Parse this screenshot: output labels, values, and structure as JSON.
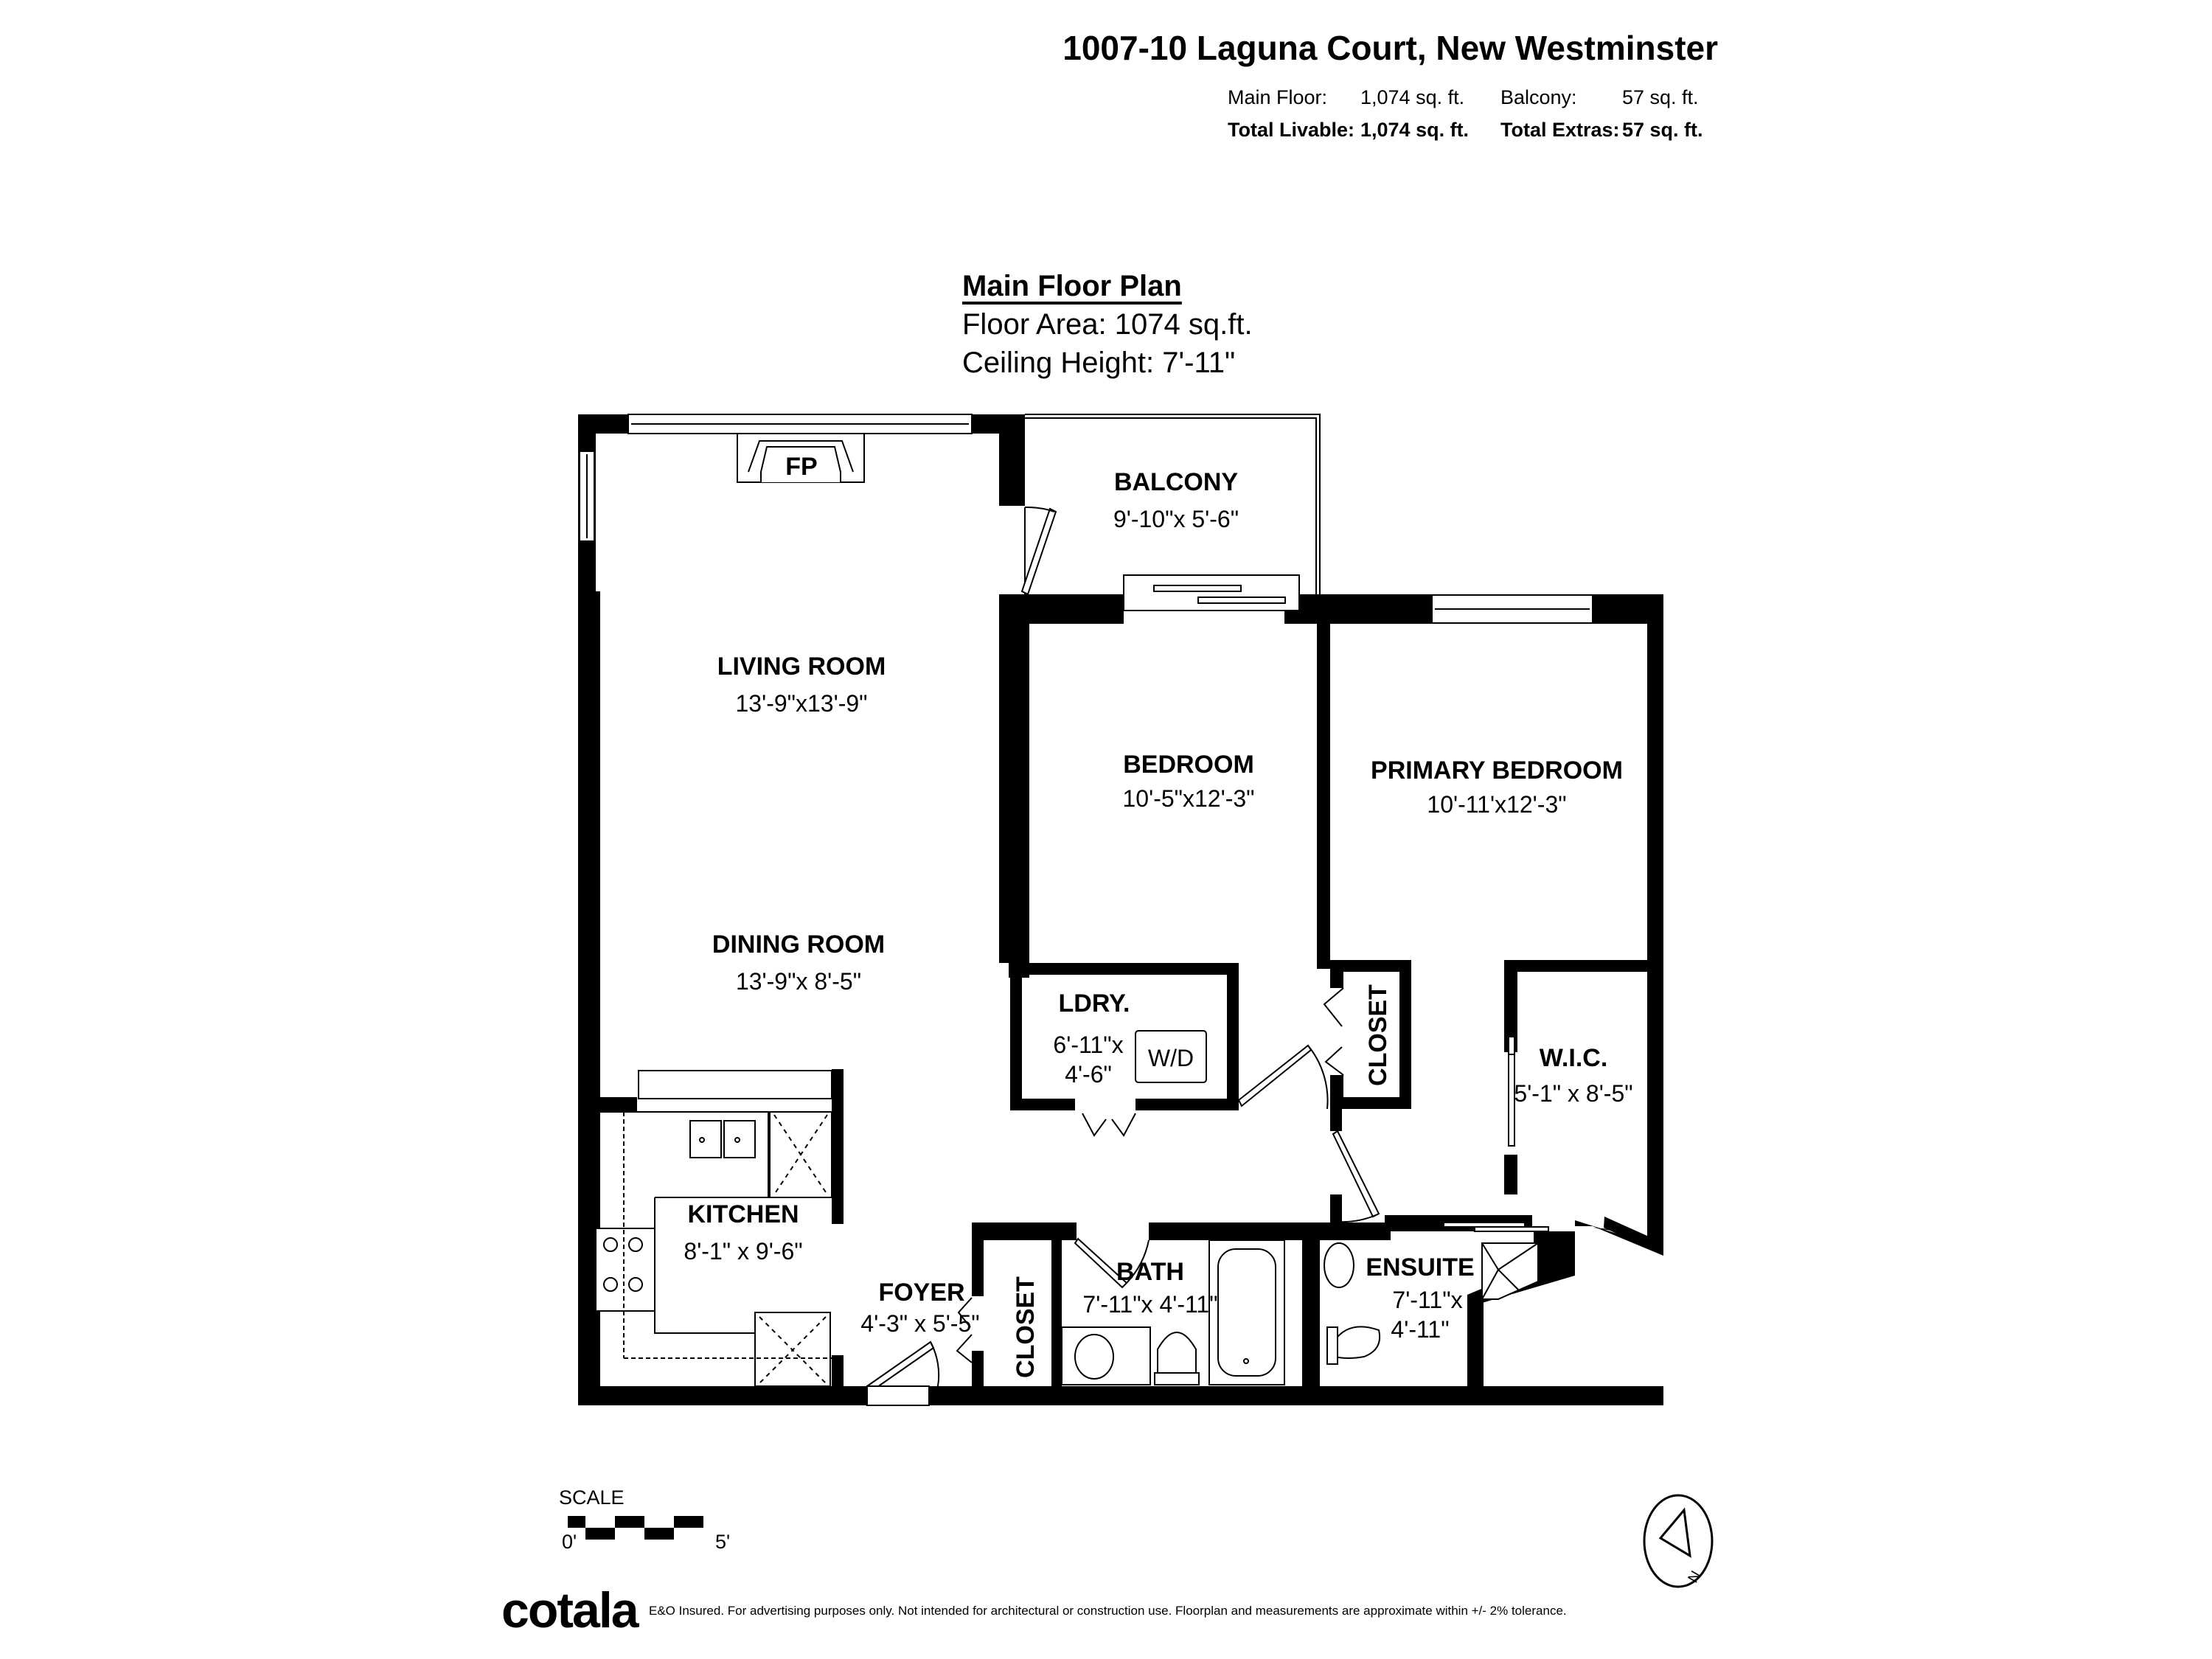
{
  "header": {
    "address": "1007-10 Laguna Court, New Westminster",
    "areas": [
      {
        "label": "Main Floor:",
        "value": "1,074 sq. ft.",
        "label2": "Balcony:",
        "value2": "57 sq. ft.",
        "bold": false
      },
      {
        "label": "Total Livable:",
        "value": "1,074 sq. ft.",
        "label2": "Total Extras:",
        "value2": "57 sq. ft.",
        "bold": true
      }
    ]
  },
  "plan": {
    "title": "Main Floor Plan",
    "floor_area": "Floor Area: 1074 sq.ft.",
    "ceiling_height": "Ceiling Height: 7'-11\"",
    "fixtures": {
      "fireplace": "FP",
      "washer_dryer": "W/D"
    },
    "rooms": [
      {
        "name": "LIVING ROOM",
        "dims": "13'-9\"x13'-9\""
      },
      {
        "name": "DINING ROOM",
        "dims": "13'-9\"x 8'-5\""
      },
      {
        "name": "BALCONY",
        "dims": "9'-10\"x 5'-6\""
      },
      {
        "name": "BEDROOM",
        "dims": "10'-5\"x12'-3\""
      },
      {
        "name": "PRIMARY BEDROOM",
        "dims": "10'-11'x12'-3\""
      },
      {
        "name": "LDRY.",
        "dims": "6'-11\"x",
        "dims2": "4'-6\""
      },
      {
        "name": "CLOSET",
        "dims": ""
      },
      {
        "name": "W.I.C.",
        "dims": "5'-1\" x 8'-5\""
      },
      {
        "name": "KITCHEN",
        "dims": "8'-1\" x 9'-6\""
      },
      {
        "name": "FOYER",
        "dims": "4'-3\" x 5'-5\""
      },
      {
        "name": "CLOSET",
        "dims": ""
      },
      {
        "name": "BATH",
        "dims": "7'-11\"x 4'-11\""
      },
      {
        "name": "ENSUITE",
        "dims": "7'-11\"x",
        "dims2": "4'-11\""
      }
    ]
  },
  "scale": {
    "label": "SCALE",
    "min": "0'",
    "max": "5'"
  },
  "compass": {
    "label": "N"
  },
  "footer": {
    "logo": "cotala",
    "disclaimer": "E&O Insured. For advertising purposes only. Not intended for architectural or construction use. Floorplan and measurements are approximate within +/- 2% tolerance."
  }
}
